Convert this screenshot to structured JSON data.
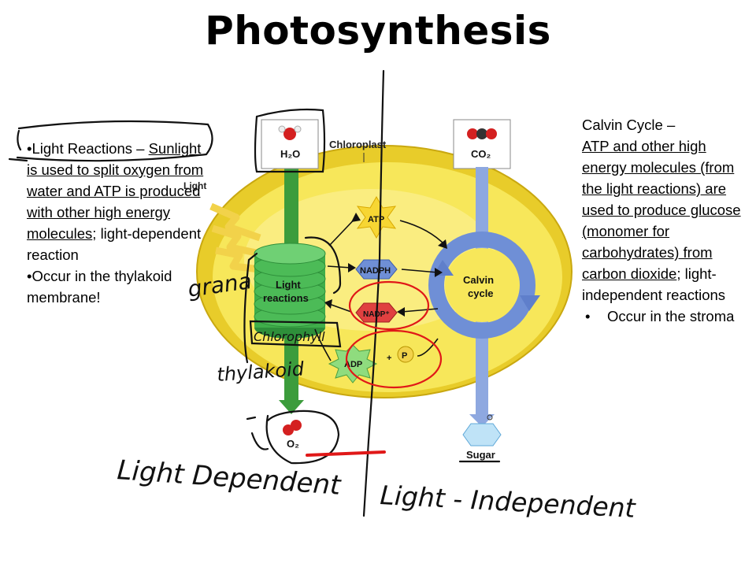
{
  "title": "Photosynthesis",
  "left_box": {
    "bullet1_a": "Light Reactions – ",
    "bullet1_u": "Sunlight is used to split oxygen from water and ATP is produced with other high energy molecules",
    "bullet1_b": "; light-dependent reaction",
    "bullet2": "Occur in the thylakoid membrane!"
  },
  "right_box": {
    "line1": "Calvin Cycle –",
    "underlined": "ATP and other high energy molecules (from the light reactions) are used to produce glucose (monomer for carbohydrates) from carbon dioxide",
    "tail": "; light-independent reactions",
    "bullet": "Occur in the stroma"
  },
  "diagram": {
    "chloroplast": "Chloroplast",
    "light": "Light",
    "h2o": "H₂O",
    "co2": "CO₂",
    "o2": "O₂",
    "sugar": "Sugar",
    "light_reactions_1": "Light",
    "light_reactions_2": "reactions",
    "calvin_1": "Calvin",
    "calvin_2": "cycle",
    "atp": "ATP",
    "nadph": "NADPH",
    "nadp": "NADP⁺",
    "adp": "ADP",
    "plus": "+",
    "p": "P"
  },
  "handwriting": {
    "grana": "grana",
    "chlorophyll": "Chlorophyll",
    "thylakoid": "thylakoid",
    "light_dependent": "Light Dependent",
    "light_independent": "Light - Independent"
  },
  "colors": {
    "stroma_yellow": "#f7e75a",
    "outer_yellow": "#e8cc2a",
    "thylakoid_green": "#3fae4a",
    "arrow_green": "#3c9c3c",
    "calvin_blue": "#6f8fd6",
    "ink_black": "#111111",
    "ink_red": "#e01818"
  }
}
